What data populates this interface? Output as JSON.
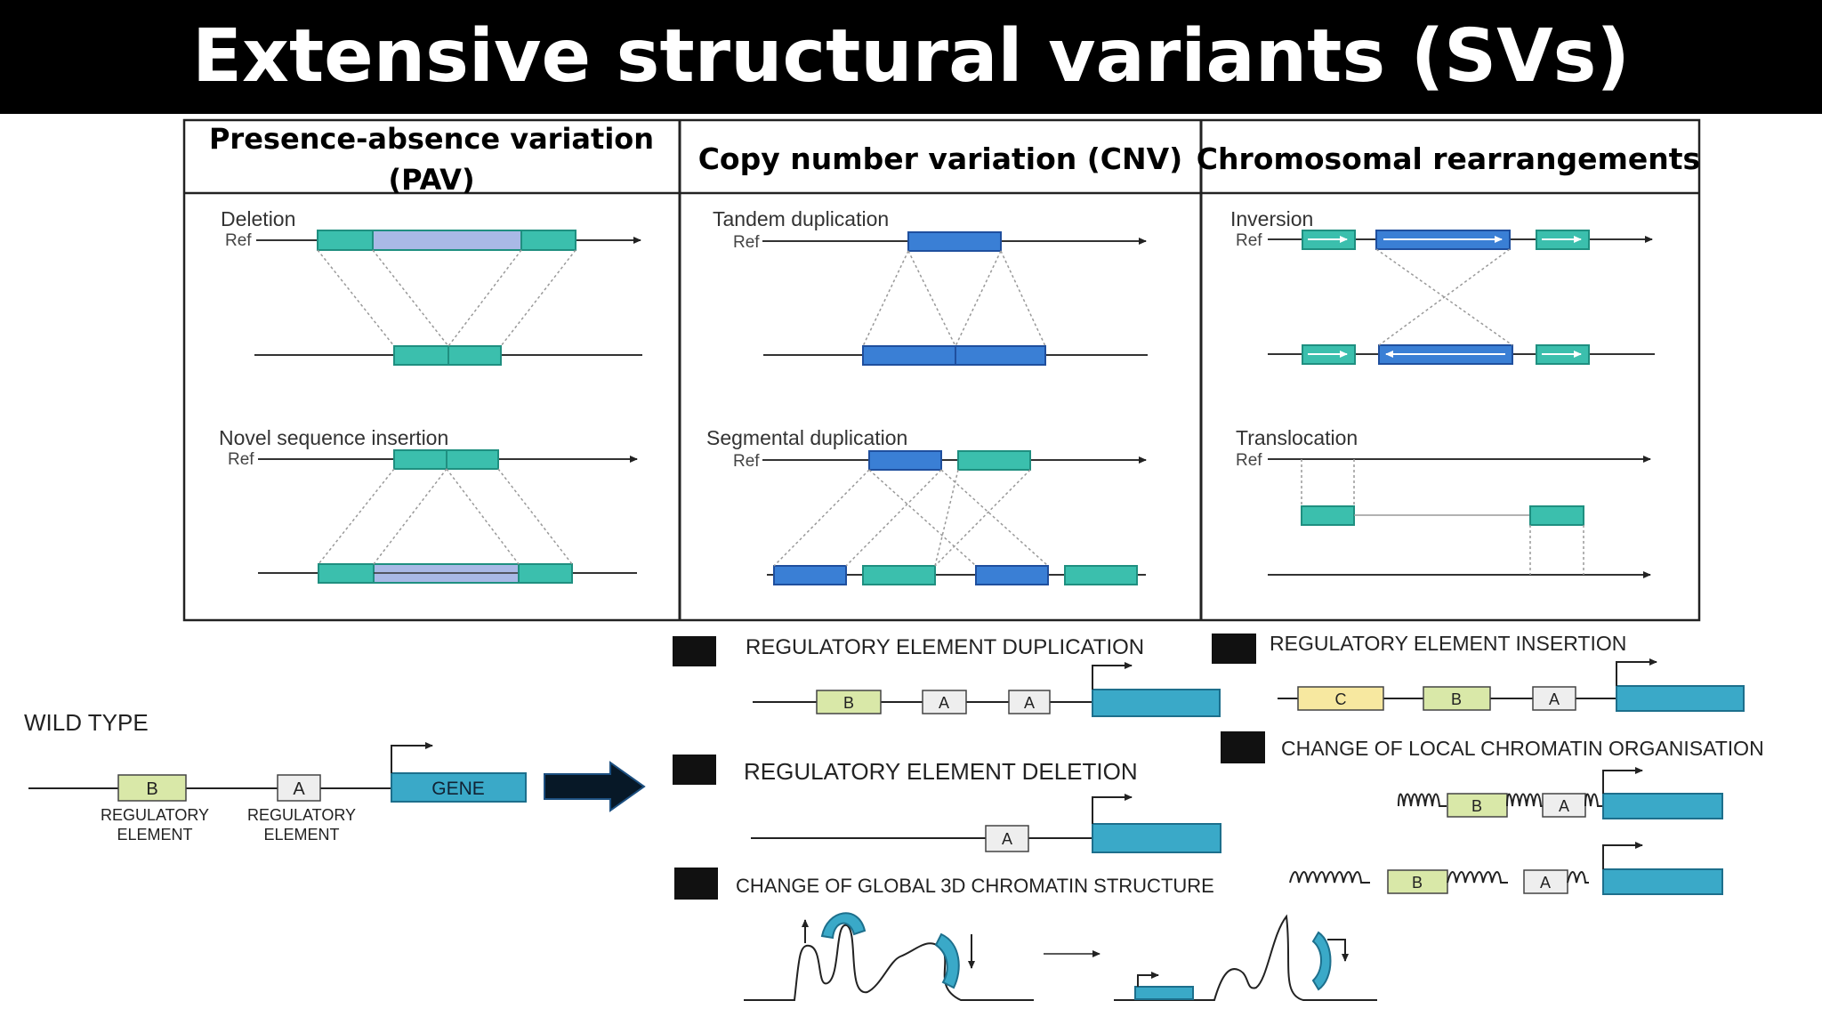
{
  "title": "Extensive structural variants (SVs)",
  "colors": {
    "teal": "#3bbfad",
    "teal_dark": "#1f8f80",
    "blue": "#3a7fd5",
    "blue_dark": "#1f4f9e",
    "lavender": "#a9b9e6",
    "gene": "#3aa9c8",
    "gene_dark": "#1d6f8c",
    "box_b": "#d9e8a8",
    "box_c": "#f7e8a0",
    "box_a": "#eeeeee"
  },
  "table": {
    "headers": [
      "Presence-absence variation (PAV)",
      "Copy number variation (CNV)",
      "Chromosomal rearrangements"
    ],
    "ref_label": "Ref",
    "panels": {
      "deletion": "Deletion",
      "novel_insertion": "Novel sequence insertion",
      "tandem_duplication": "Tandem duplication",
      "segmental_duplication": "Segmental duplication",
      "inversion": "Inversion",
      "translocation": "Translocation"
    }
  },
  "regulatory": {
    "wild_type": "WILD TYPE",
    "element_b": "B",
    "element_a": "A",
    "element_c": "C",
    "regulatory_label_1": "REGULATORY",
    "regulatory_label_2": "ELEMENT",
    "gene": "GENE",
    "dup_title": "REGULATORY ELEMENT DUPLICATION",
    "del_title": "REGULATORY ELEMENT DELETION",
    "ins_title": "REGULATORY ELEMENT INSERTION",
    "local_title": "CHANGE OF LOCAL CHROMATIN ORGANISATION",
    "global_title": "CHANGE OF GLOBAL 3D CHROMATIN STRUCTURE"
  }
}
